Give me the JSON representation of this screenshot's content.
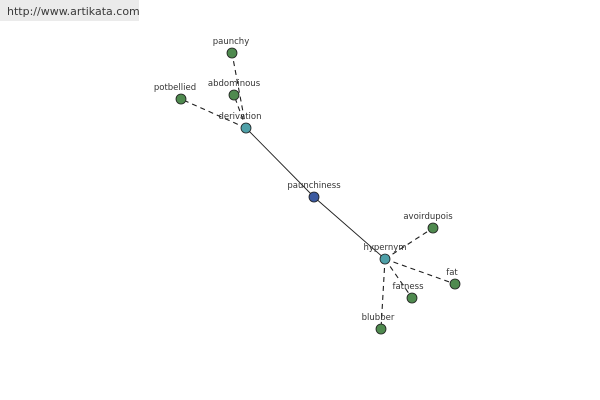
{
  "url": "http://www.artikata.com",
  "colors": {
    "center": "#3c5aa0",
    "relation": "#4fa0a8",
    "word": "#4f8a4f",
    "edge": "#1e1e1e",
    "banner": "#ebebeb"
  },
  "graph": {
    "nodes": [
      {
        "id": "paunchiness",
        "label": "paunchiness",
        "kind": "center"
      },
      {
        "id": "derivation",
        "label": "derivation",
        "kind": "relation"
      },
      {
        "id": "hypernym",
        "label": "hypernym",
        "kind": "relation"
      },
      {
        "id": "paunchy",
        "label": "paunchy",
        "kind": "word"
      },
      {
        "id": "abdominous",
        "label": "abdominous",
        "kind": "word"
      },
      {
        "id": "potbellied",
        "label": "potbellied",
        "kind": "word"
      },
      {
        "id": "avoirdupois",
        "label": "avoirdupois",
        "kind": "word"
      },
      {
        "id": "fat",
        "label": "fat",
        "kind": "word"
      },
      {
        "id": "fatness",
        "label": "fatness",
        "kind": "word"
      },
      {
        "id": "blubber",
        "label": "blubber",
        "kind": "word"
      }
    ],
    "edges": [
      {
        "from": "paunchiness",
        "to": "derivation",
        "style": "solid"
      },
      {
        "from": "paunchiness",
        "to": "hypernym",
        "style": "solid"
      },
      {
        "from": "derivation",
        "to": "paunchy",
        "style": "dashed"
      },
      {
        "from": "derivation",
        "to": "abdominous",
        "style": "dashed"
      },
      {
        "from": "derivation",
        "to": "potbellied",
        "style": "dashed"
      },
      {
        "from": "hypernym",
        "to": "avoirdupois",
        "style": "dashed"
      },
      {
        "from": "hypernym",
        "to": "fat",
        "style": "dashed"
      },
      {
        "from": "hypernym",
        "to": "fatness",
        "style": "dashed"
      },
      {
        "from": "hypernym",
        "to": "blubber",
        "style": "dashed"
      }
    ]
  }
}
